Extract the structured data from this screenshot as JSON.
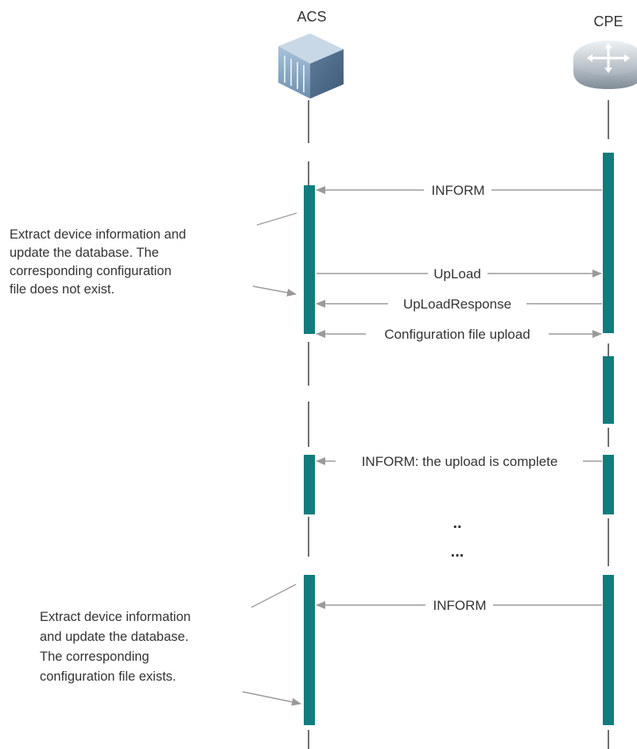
{
  "participants": {
    "acs": {
      "label": "ACS",
      "icon": "server-icon"
    },
    "cpe": {
      "label": "CPE",
      "icon": "router-icon"
    }
  },
  "messages": [
    {
      "label": "INFORM",
      "direction": "cpe-to-acs"
    },
    {
      "label": "UpLoad",
      "direction": "acs-to-cpe"
    },
    {
      "label": "UpLoadResponse",
      "direction": "cpe-to-acs"
    },
    {
      "label": "Configuration file upload",
      "direction": "bidirectional"
    },
    {
      "label": "INFORM: the upload is complete",
      "direction": "cpe-to-acs"
    },
    {
      "label": "INFORM",
      "direction": "cpe-to-acs"
    }
  ],
  "ellipsis": [
    "..",
    "..."
  ],
  "notes": [
    {
      "lines": [
        "Extract device information and",
        "update the database. The",
        "corresponding configuration",
        "file does not exist."
      ]
    },
    {
      "lines": [
        "Extract device information",
        "and update the database.",
        "The corresponding",
        "configuration file exists."
      ]
    }
  ],
  "colors": {
    "activation": "#107d7c",
    "arrow": "#9a9a9a",
    "lifeline": "#4a4a4a",
    "text": "#333333"
  }
}
